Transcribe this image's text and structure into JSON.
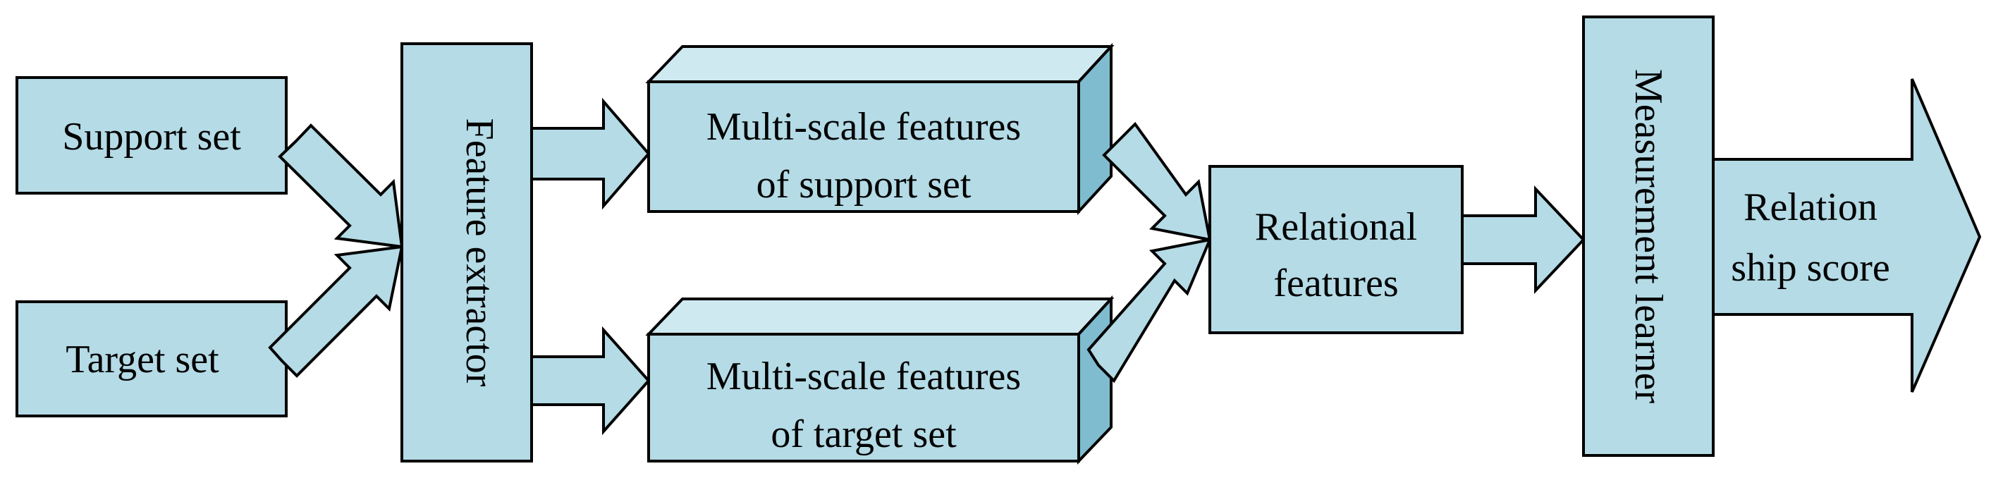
{
  "nodes": {
    "support_set": "Support set",
    "target_set": "Target set",
    "feature_extractor": "Feature extractor",
    "multiscale_support": [
      "Multi-scale features",
      "of support set"
    ],
    "multiscale_target": [
      "Multi-scale features",
      "of target set"
    ],
    "relational_features": [
      "Relational",
      "features"
    ],
    "measurement_learner": "Measurement learner",
    "relationship_score": [
      "Relation",
      "ship score"
    ]
  },
  "colors": {
    "fill": "#b4dbe6",
    "fill_top": "#cfe9f1",
    "fill_side": "#7fbcd0",
    "stroke": "#000000"
  }
}
